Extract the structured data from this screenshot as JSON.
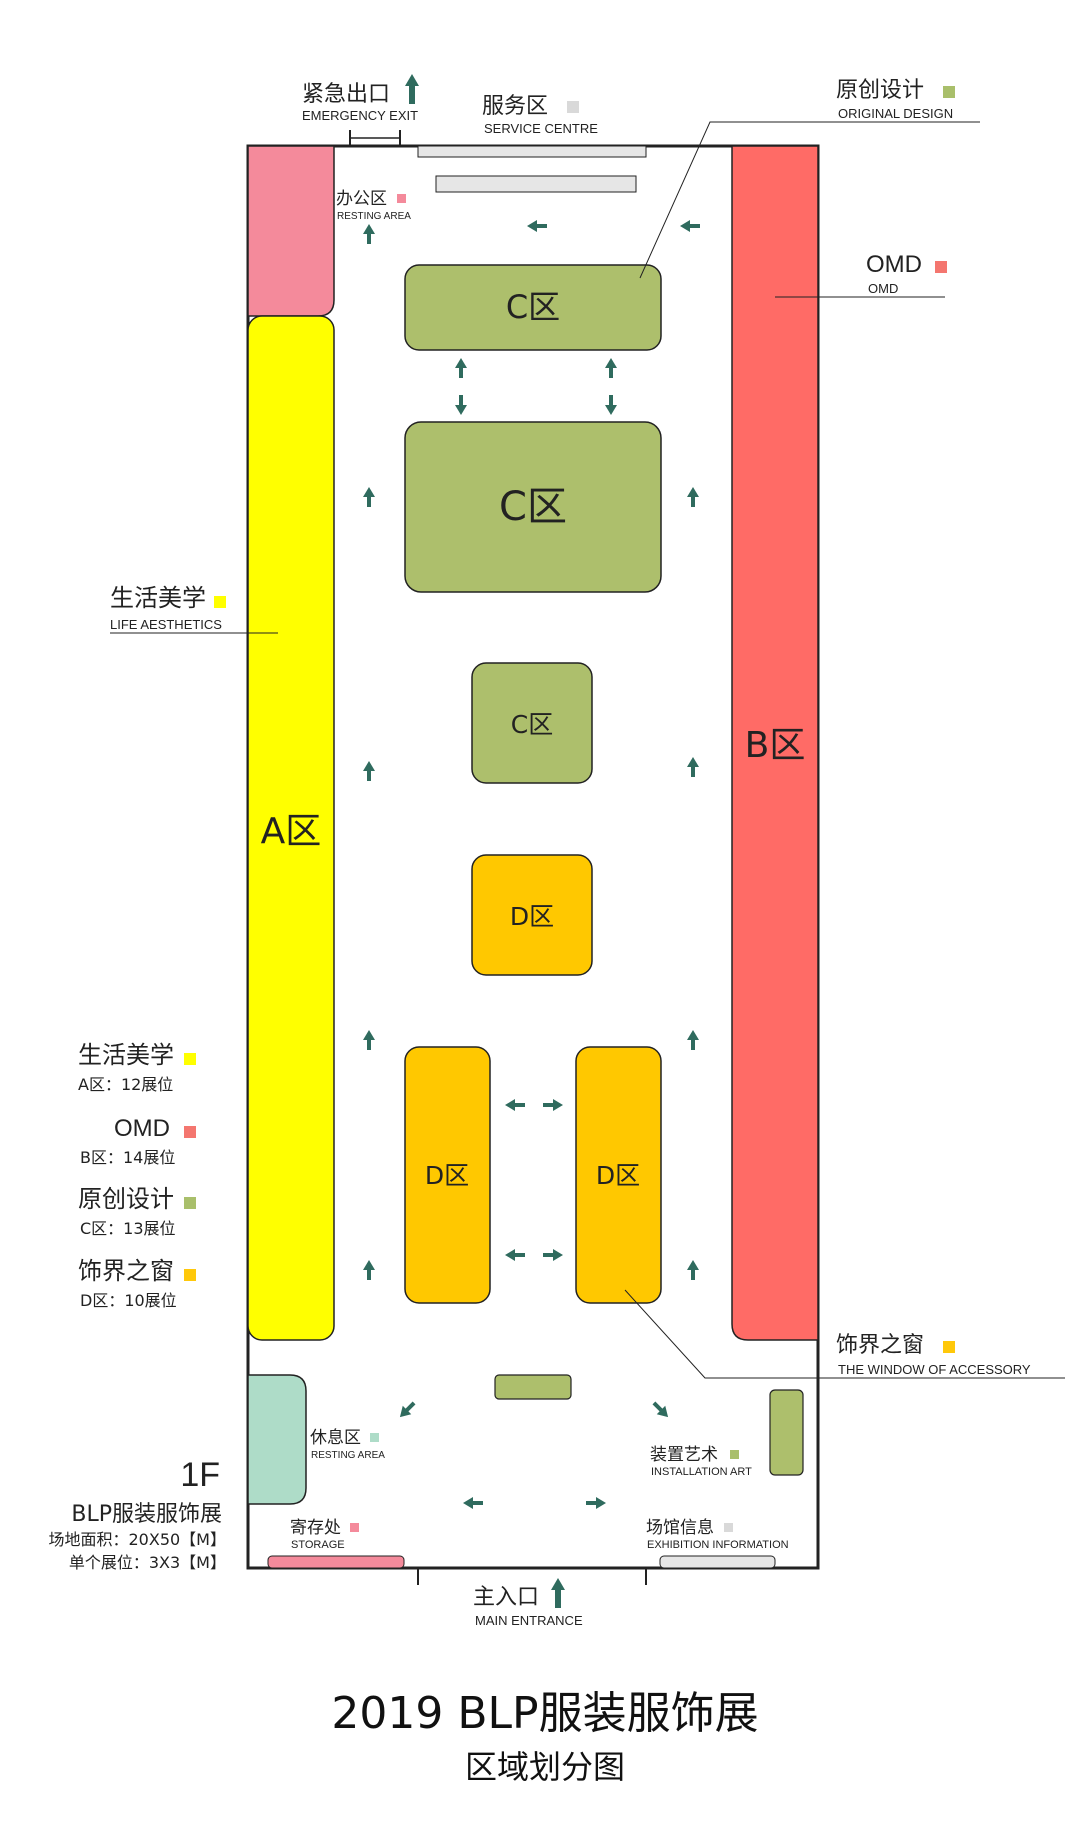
{
  "labels": {
    "emergency_exit": {
      "zh": "紧急出口",
      "en": "EMERGENCY EXIT"
    },
    "service_centre": {
      "zh": "服务区",
      "en": "SERVICE CENTRE"
    },
    "original_design": {
      "zh": "原创设计",
      "en": "ORIGINAL DESIGN"
    },
    "office_area": {
      "zh": "办公区",
      "en": "RESTING AREA"
    },
    "omd": {
      "zh": "OMD",
      "en": "OMD"
    },
    "life_aesthetics": {
      "zh": "生活美学",
      "en": "LIFE AESTHETICS"
    },
    "accessory_window": {
      "zh": "饰界之窗",
      "en": "THE WINDOW OF ACCESSORY"
    },
    "resting_area": {
      "zh": "休息区",
      "en": "RESTING AREA"
    },
    "installation_art": {
      "zh": "装置艺术",
      "en": "INSTALLATION ART"
    },
    "storage": {
      "zh": "寄存处",
      "en": "STORAGE"
    },
    "exhibition_information": {
      "zh": "场馆信息",
      "en": "EXHIBITION INFORMATION"
    },
    "main_entrance": {
      "zh": "主入口",
      "en": "MAIN ENTRANCE"
    }
  },
  "zones": {
    "a": "A区",
    "b": "B区",
    "c": "C区",
    "d": "D区"
  },
  "legend": [
    {
      "name": "生活美学",
      "detail": "A区：12展位",
      "color": "#ffff00"
    },
    {
      "name": "OMD",
      "detail": "B区：14展位",
      "color": "#f4766f"
    },
    {
      "name": "原创设计",
      "detail": "C区：13展位",
      "color": "#a9bf6b"
    },
    {
      "name": "饰界之窗",
      "detail": "D区：10展位",
      "color": "#ffc80a"
    }
  ],
  "info": {
    "floor": "1F",
    "exhibition": "BLP服装服饰展",
    "area": "场地面积：20X50【M】",
    "booth": "单个展位：3X3【M】"
  },
  "title": {
    "main": "2019 BLP服装服饰展",
    "sub": "区域划分图"
  },
  "colors": {
    "zone_a": "#ffff00",
    "zone_b": "#ff6b66",
    "zone_c": "#adbf6c",
    "zone_d": "#ffc800",
    "office": "#f48a9b",
    "resting": "#aedcc8",
    "service": "#e6e6e6",
    "arrow": "#2f6b5e"
  }
}
